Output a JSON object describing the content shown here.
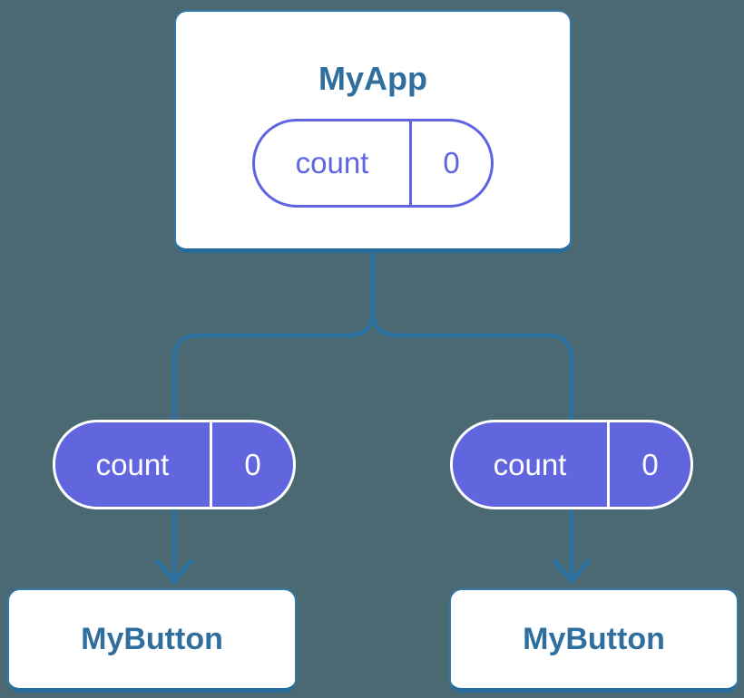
{
  "diagram": {
    "description": "React component tree showing state shared from a parent to two children as props",
    "colors": {
      "background": "#4b6972",
      "connector_blue": "#2b71a1",
      "card_border": "#3478a8",
      "card_border_bottom": "#266c9c",
      "title_text": "#306e9d",
      "pill_purple_fill": "#6166df",
      "pill_purple_stroke": "#5f64e2",
      "pill_text_on_purple": "#ffffff"
    },
    "root": {
      "title": "MyApp",
      "state": {
        "name": "count",
        "value": "0"
      }
    },
    "children": [
      {
        "title": "MyButton",
        "prop": {
          "name": "count",
          "value": "0"
        }
      },
      {
        "title": "MyButton",
        "prop": {
          "name": "count",
          "value": "0"
        }
      }
    ]
  }
}
